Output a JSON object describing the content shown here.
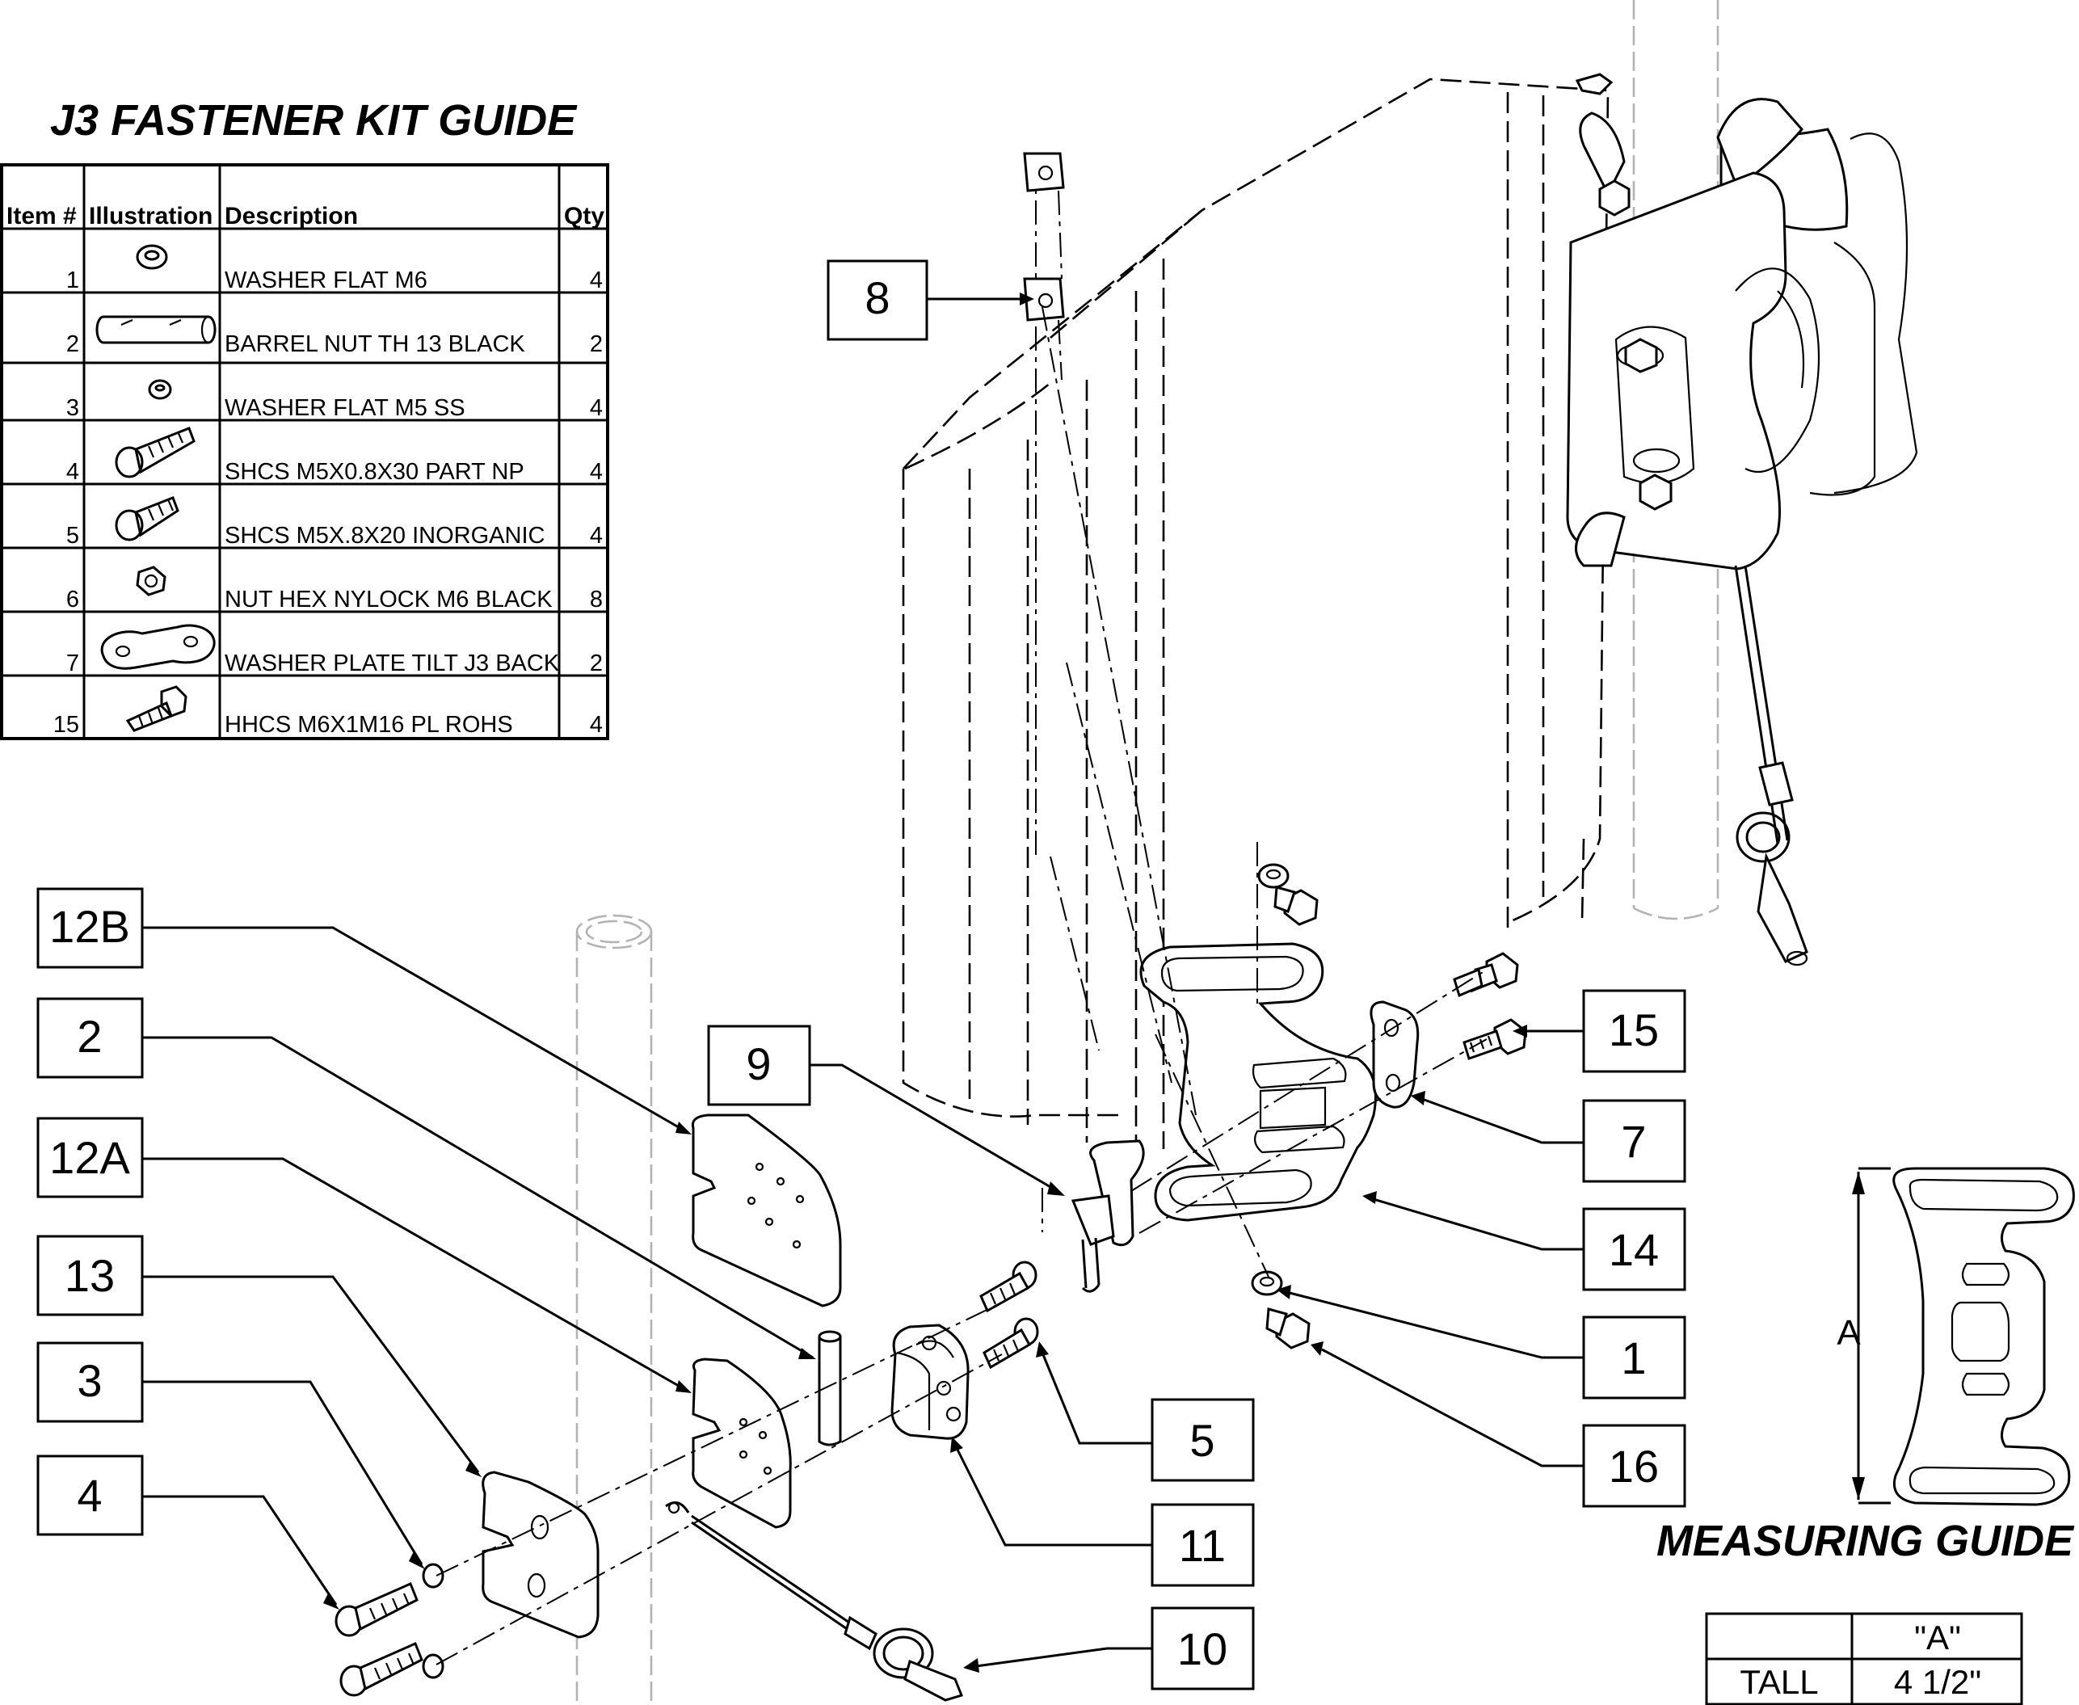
{
  "kit_guide": {
    "title": "J3 FASTENER KIT GUIDE",
    "headers": {
      "item": "Item #",
      "illustration": "Illustration",
      "description": "Description",
      "qty": "Qty"
    },
    "rows": [
      {
        "item": "1",
        "icon": "flat-washer-icon",
        "description": "WASHER FLAT M6",
        "qty": "4"
      },
      {
        "item": "2",
        "icon": "barrel-nut-icon",
        "description": "BARREL NUT TH 13 BLACK",
        "qty": "2"
      },
      {
        "item": "3",
        "icon": "small-washer-icon",
        "description": "WASHER FLAT M5 SS",
        "qty": "4"
      },
      {
        "item": "4",
        "icon": "long-cap-screw-icon",
        "description": "SHCS M5X0.8X30 PART NP",
        "qty": "4"
      },
      {
        "item": "5",
        "icon": "cap-screw-icon",
        "description": "SHCS M5X.8X20 INORGANIC",
        "qty": "4"
      },
      {
        "item": "6",
        "icon": "hex-nut-icon",
        "description": "NUT HEX NYLOCK M6 BLACK",
        "qty": "8"
      },
      {
        "item": "7",
        "icon": "washer-plate-icon",
        "description": "WASHER PLATE TILT J3 BACK",
        "qty": "2"
      },
      {
        "item": "15",
        "icon": "hex-bolt-icon",
        "description": "HHCS M6X1M16 PL ROHS",
        "qty": "4"
      }
    ]
  },
  "callouts": {
    "c8": "8",
    "c12b": "12B",
    "c2": "2",
    "c12a": "12A",
    "c13": "13",
    "c3": "3",
    "c4": "4",
    "c9": "9",
    "c15": "15",
    "c7": "7",
    "c14": "14",
    "c1": "1",
    "c16": "16",
    "c5": "5",
    "c11": "11",
    "c10": "10"
  },
  "measuring_guide": {
    "title": "MEASURING GUIDE",
    "dimension_label": "A",
    "table": {
      "col_header": "\"A\"",
      "row_label": "TALL",
      "value": "4 1/2\""
    }
  }
}
